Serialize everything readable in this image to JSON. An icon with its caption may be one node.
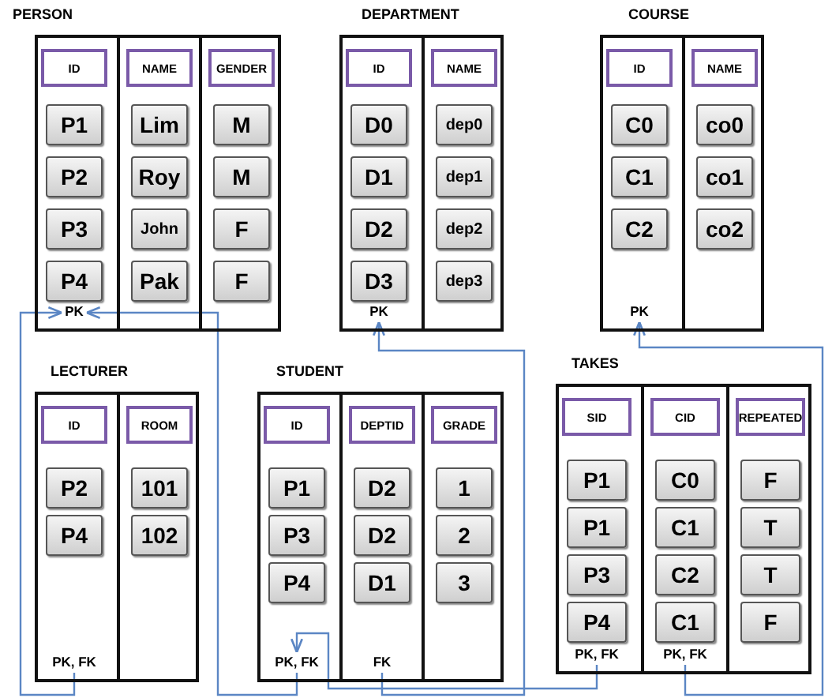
{
  "diagram": {
    "nodes": [
      {
        "text": [
          "PERSON"
        ]
      },
      {
        "text": [],
        "shape": "box",
        "in": 0
      },
      {
        "text": [
          "ID"
        ],
        "in": 1
      },
      {
        "text": [
          "P1"
        ],
        "in": 1
      },
      {
        "text": [
          "P2"
        ],
        "in": 1
      },
      {
        "text": [
          "P3"
        ],
        "in": 1
      },
      {
        "text": [
          "P4"
        ],
        "in": 1
      },
      {
        "text": [
          "PK"
        ],
        "in": 1
      },
      {
        "text": [],
        "shape": "box",
        "in": 0
      },
      {
        "text": [
          "NAME"
        ],
        "in": 8
      },
      {
        "text": [
          "Lim"
        ],
        "in": 8
      },
      {
        "text": [
          "Roy"
        ],
        "in": 8
      },
      {
        "text": [
          "John"
        ],
        "in": 8
      },
      {
        "text": [
          "Pak"
        ],
        "in": 8
      },
      {
        "text": [],
        "shape": "box",
        "in": 0
      },
      {
        "text": [
          "GENDER"
        ],
        "in": 14
      },
      {
        "text": [
          "M"
        ],
        "in": 14
      },
      {
        "text": [
          "M"
        ],
        "in": 14
      },
      {
        "text": [
          "F"
        ],
        "in": 14
      },
      {
        "text": [
          "F"
        ],
        "in": 14
      },
      {
        "text": [
          "DEPARTMENT"
        ]
      },
      {
        "text": [],
        "shape": "box",
        "in": 20
      },
      {
        "text": [
          "ID"
        ],
        "in": 21
      },
      {
        "text": [
          "D0"
        ],
        "in": 21
      },
      {
        "text": [
          "D1"
        ],
        "in": 21
      },
      {
        "text": [
          "D2"
        ],
        "in": 21
      },
      {
        "text": [
          "D3"
        ],
        "in": 21
      },
      {
        "text": [
          "PK"
        ],
        "in": 21
      },
      {
        "text": [],
        "shape": "box",
        "in": 20
      },
      {
        "text": [
          "NAME"
        ],
        "in": 28
      },
      {
        "text": [
          "dep0"
        ],
        "in": 28
      },
      {
        "text": [
          "dep1"
        ],
        "in": 28
      },
      {
        "text": [
          "dep2"
        ],
        "in": 28
      },
      {
        "text": [
          "dep3"
        ],
        "in": 28
      },
      {
        "text": [
          "COURSE"
        ]
      },
      {
        "text": [],
        "shape": "box",
        "in": 34
      },
      {
        "text": [
          "ID"
        ],
        "in": 35
      },
      {
        "text": [
          "C0"
        ],
        "in": 35
      },
      {
        "text": [
          "C1"
        ],
        "in": 35
      },
      {
        "text": [
          "C2"
        ],
        "in": 35
      },
      {
        "text": [
          "PK"
        ],
        "in": 35
      },
      {
        "text": [],
        "shape": "box",
        "in": 34
      },
      {
        "text": [
          "NAME"
        ],
        "in": 41
      },
      {
        "text": [
          "co0"
        ],
        "in": 41
      },
      {
        "text": [
          "co1"
        ],
        "in": 41
      },
      {
        "text": [
          "co2"
        ],
        "in": 41
      },
      {
        "text": [
          "LECTURER"
        ]
      },
      {
        "text": [],
        "shape": "box",
        "in": 46
      },
      {
        "text": [
          "ID"
        ],
        "in": 47
      },
      {
        "text": [
          "P2"
        ],
        "in": 47
      },
      {
        "text": [
          "P4"
        ],
        "in": 47
      },
      {
        "text": [
          "PK, FK"
        ],
        "in": 47
      },
      {
        "text": [],
        "shape": "box",
        "in": 46
      },
      {
        "text": [
          "ROOM"
        ],
        "in": 52
      },
      {
        "text": [
          "101"
        ],
        "in": 52
      },
      {
        "text": [
          "102"
        ],
        "in": 52
      },
      {
        "text": [
          "STUDENT"
        ]
      },
      {
        "text": [],
        "shape": "box",
        "in": 56
      },
      {
        "text": [
          "ID"
        ],
        "in": 57
      },
      {
        "text": [
          "P1"
        ],
        "in": 57
      },
      {
        "text": [
          "P3"
        ],
        "in": 57
      },
      {
        "text": [
          "P4"
        ],
        "in": 57
      },
      {
        "text": [
          "PK, FK"
        ],
        "in": 57
      },
      {
        "text": [],
        "shape": "box",
        "in": 56
      },
      {
        "text": [
          "DEPTID"
        ],
        "in": 63
      },
      {
        "text": [
          "D2"
        ],
        "in": 63
      },
      {
        "text": [
          "D2"
        ],
        "in": 63
      },
      {
        "text": [
          "D1"
        ],
        "in": 63
      },
      {
        "text": [
          "FK"
        ],
        "in": 63
      },
      {
        "text": [],
        "shape": "box",
        "in": 56
      },
      {
        "text": [
          "GRADE"
        ],
        "in": 69
      },
      {
        "text": [
          "1"
        ],
        "in": 69
      },
      {
        "text": [
          "2"
        ],
        "in": 69
      },
      {
        "text": [
          "3"
        ],
        "in": 69
      },
      {
        "text": [
          "TAKES"
        ]
      },
      {
        "text": [],
        "shape": "box",
        "in": 74
      },
      {
        "text": [
          "SID"
        ],
        "in": 75
      },
      {
        "text": [
          "P1"
        ],
        "in": 75
      },
      {
        "text": [
          "P1"
        ],
        "in": 75
      },
      {
        "text": [
          "P3"
        ],
        "in": 75
      },
      {
        "text": [
          "P4"
        ],
        "in": 75
      },
      {
        "text": [
          "PK, FK"
        ],
        "in": 75
      },
      {
        "text": [],
        "shape": "box",
        "in": 74
      },
      {
        "text": [
          "CID"
        ],
        "in": 82
      },
      {
        "text": [
          "C0"
        ],
        "in": 82
      },
      {
        "text": [
          "C1"
        ],
        "in": 82
      },
      {
        "text": [
          "C2"
        ],
        "in": 82
      },
      {
        "text": [
          "C1"
        ],
        "in": 82
      },
      {
        "text": [
          "PK, FK"
        ],
        "in": 82
      },
      {
        "text": [],
        "shape": "box",
        "in": 74
      },
      {
        "text": [
          "REPEATED"
        ],
        "in": 89
      },
      {
        "text": [
          "F"
        ],
        "in": 89
      },
      {
        "text": [
          "T"
        ],
        "in": 89
      },
      {
        "text": [
          "T"
        ],
        "in": 89
      },
      {
        "text": [
          "F"
        ],
        "in": 89
      }
    ],
    "edges": [
      {
        "from": 51,
        "to": 7,
        "arrow": "to"
      },
      {
        "from": 62,
        "to": 7,
        "arrow": "to"
      },
      {
        "from": 68,
        "to": 27,
        "arrow": "to"
      },
      {
        "from": 81,
        "to": 62,
        "arrow": "to"
      },
      {
        "from": 88,
        "to": 40,
        "arrow": "to"
      }
    ]
  }
}
